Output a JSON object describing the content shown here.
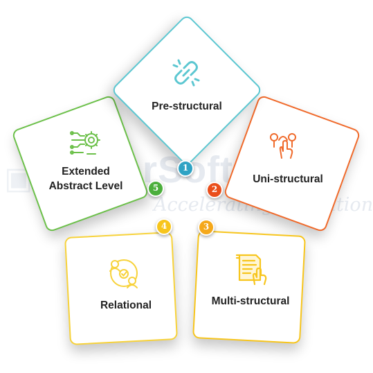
{
  "watermark": {
    "brand": "MasterSoft",
    "tagline": "Accelerating education..."
  },
  "colors": {
    "pre_structural": "#5cc7d1",
    "uni_structural": "#f06a2b",
    "multi_structural": "#f7c51c",
    "relational": "#f7d23a",
    "extended_abstract": "#6cc04a"
  },
  "stages": [
    {
      "number": "1",
      "label": "Pre-structural",
      "icon": "broken-link-icon"
    },
    {
      "number": "2",
      "label": "Uni-structural",
      "icon": "hand-pressing-switch-icon"
    },
    {
      "number": "3",
      "label": "Multi-structural",
      "icon": "document-with-hand-icon"
    },
    {
      "number": "4",
      "label": "Relational",
      "icon": "connected-people-icon"
    },
    {
      "number": "5",
      "label": "Extended\nAbstract Level",
      "icon": "gear-network-icon"
    }
  ]
}
